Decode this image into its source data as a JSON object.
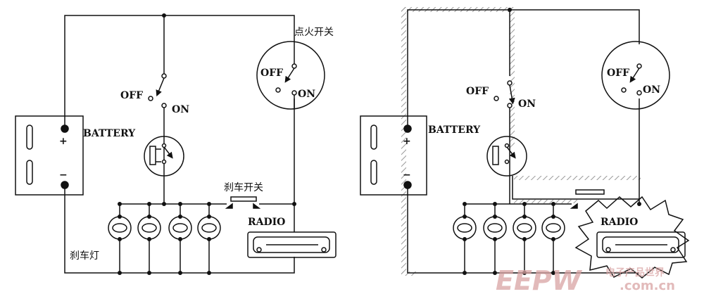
{
  "left_circuit": {
    "off_label": "OFF",
    "on_label": "ON",
    "battery_label": "BATTERY",
    "plus_sign": "+",
    "minus_sign": "−",
    "ignition_label": "点火开关",
    "ignition_off": "OFF",
    "ignition_on": "ON",
    "brake_switch_label": "刹车开关",
    "radio_label": "RADIO",
    "brake_lights_label": "刹车灯"
  },
  "right_circuit": {
    "off_label": "OFF",
    "on_label": "ON",
    "battery_label": "BATTERY",
    "plus_sign": "+",
    "minus_sign": "−",
    "ignition_off": "OFF",
    "ignition_on": "ON",
    "radio_label": "RADIO"
  },
  "watermark": {
    "logo": "EEPW",
    "tagline": "电子产品世界",
    "url": ".com.cn"
  },
  "colors": {
    "line": "#111111",
    "hatch": "#9a9a9a",
    "watermark": "#d9a4a4"
  }
}
